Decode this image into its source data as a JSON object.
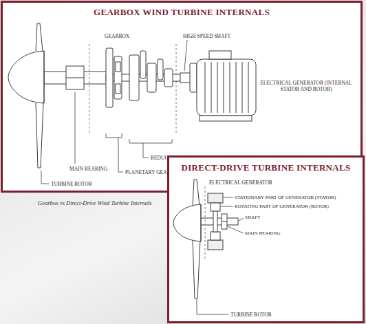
{
  "diagram": {
    "caption": "Gearbox vs Direct-Drive Wind Turbine Internals",
    "nodes": [
      {
        "text": [
          "GEARBOX WIND TURBINE INTERNALS"
        ]
      },
      {
        "text": [
          "DIRECT-DRIVE TURBINE INTERNALS"
        ]
      }
    ],
    "labels": [
      "GEARBOX",
      "HIGH SPEED SHAFT",
      "ELECTRICAL GENERATOR (INTERNAL STATOR AND ROTOR)",
      "REDUCING GEARS",
      "PLANETARY GEARS",
      "MAIN BEARING",
      "TURBINE ROTOR",
      "ELECTRICAL GENERATOR",
      "STATIONARY PART OF GENERATOR (STATOR)",
      "ROTATING PART OF GENERATOR (ROTOR)",
      "SHAFT",
      "MAIN BEARING",
      "TURBINE ROTOR"
    ]
  }
}
